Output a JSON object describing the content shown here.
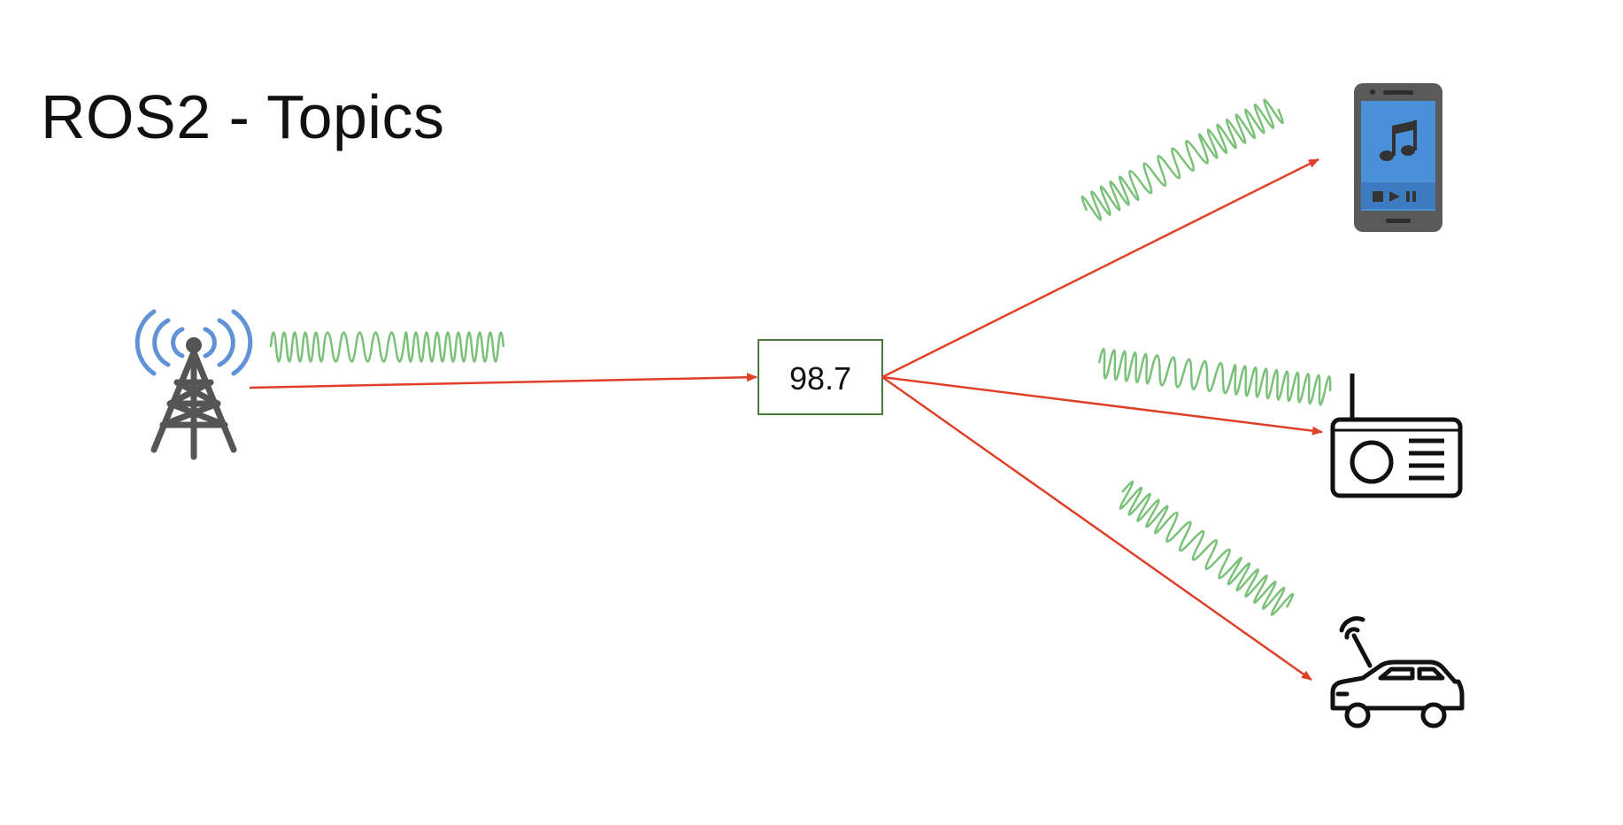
{
  "title": "ROS2 - Topics",
  "topic": {
    "label": "98.7"
  },
  "publisher": {
    "name": "radio-tower",
    "icon": "radio-tower-icon"
  },
  "subscribers": [
    {
      "name": "smartphone",
      "icon": "smartphone-music-icon"
    },
    {
      "name": "radio",
      "icon": "radio-receiver-icon"
    },
    {
      "name": "car",
      "icon": "car-antenna-icon"
    }
  ],
  "colors": {
    "arrow": "#e0402a",
    "wave": "#7cc17a",
    "box_border": "#4a7a3a",
    "signal_blue": "#5f93d6",
    "icon_dark": "#555555",
    "phone_screen": "#4a90d9"
  }
}
